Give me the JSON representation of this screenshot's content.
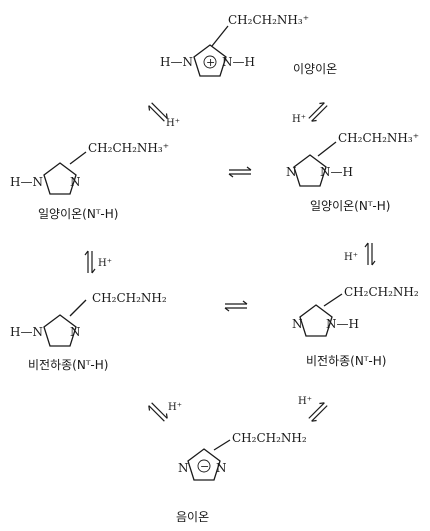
{
  "species": {
    "dication": {
      "sidechain": "CH₂CH₂NH₃⁺",
      "n1": "H—N",
      "n3": "N—H",
      "ring_charge": "+",
      "label": "이양이온"
    },
    "cation_left": {
      "sidechain": "CH₂CH₂NH₃⁺",
      "n1": "H—N",
      "n3": "N",
      "label": "일양이온(Nᵀ-H)"
    },
    "cation_right": {
      "sidechain": "CH₂CH₂NH₃⁺",
      "n1": "N",
      "n3": "N—H",
      "label": "일양이온(Nᵀ-H)"
    },
    "neutral_left": {
      "sidechain": "CH₂CH₂NH₂",
      "n1": "H—N",
      "n3": "N",
      "label": "비전하종(Nᵀ-H)"
    },
    "neutral_right": {
      "sidechain": "CH₂CH₂NH₂",
      "n1": "N",
      "n3": "N—H",
      "label": "비전하종(Nᵀ-H)"
    },
    "anion": {
      "sidechain": "CH₂CH₂NH₂",
      "n1": "N",
      "n3": "N",
      "ring_charge": "−",
      "label": "음이온"
    }
  },
  "arrows": {
    "a1": "H⁺",
    "a2": "H⁺",
    "a3": "H⁺",
    "a4": "H⁺",
    "a5": "H⁺",
    "a6": "H⁺"
  }
}
